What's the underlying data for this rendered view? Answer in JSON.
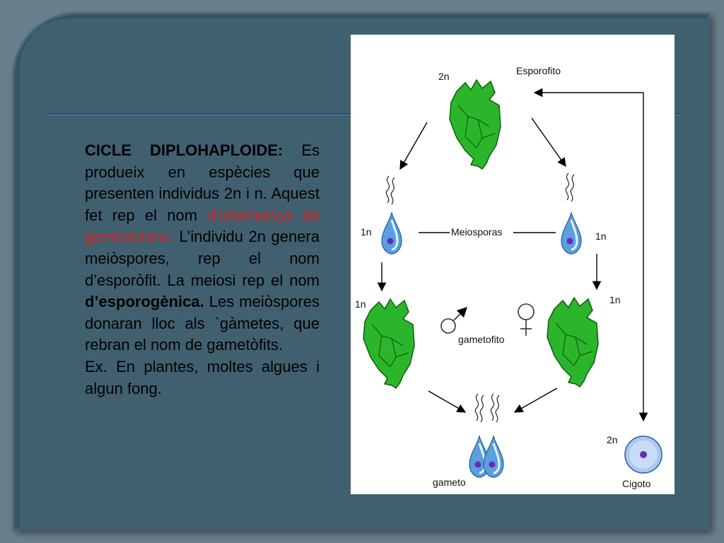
{
  "text": {
    "title": "CICLE DIPLOHAPLOIDE:",
    "line1": "Es produeix en espècies que presenten individus 2n i n. Aquest fet rep el nom",
    "red": "d’alternança de generacions.",
    "line2": "L’individu 2n genera meiòspores, rep el nom d’esporòfit. La meiosi rep el nom",
    "bold2": "d’esporogènica.",
    "line3": "Les meiòspores donaran lloc als `gàmetes, que rebran el nom de gametòfits.",
    "example": "Ex. En plantes, moltes algues i algun fong."
  },
  "diagram": {
    "label_2n_top": "2n",
    "label_esporofito": "Esporofito",
    "label_1n_left": "1n",
    "label_meiosporas": "Meiosporas",
    "label_1n_right": "1n",
    "label_1n_left2": "1n",
    "label_1n_right2": "1n",
    "label_gametofito": "gametofito",
    "label_gameto": "gameto",
    "label_2n_bottom": "2n",
    "label_cigoto": "Cigoto",
    "colors": {
      "plant": "#2bb52b",
      "plant_edge": "#0f5e0f",
      "cell": "#5a9fe0",
      "nucleus": "#6a2ab3",
      "zygote": "#a9c9f0"
    }
  }
}
